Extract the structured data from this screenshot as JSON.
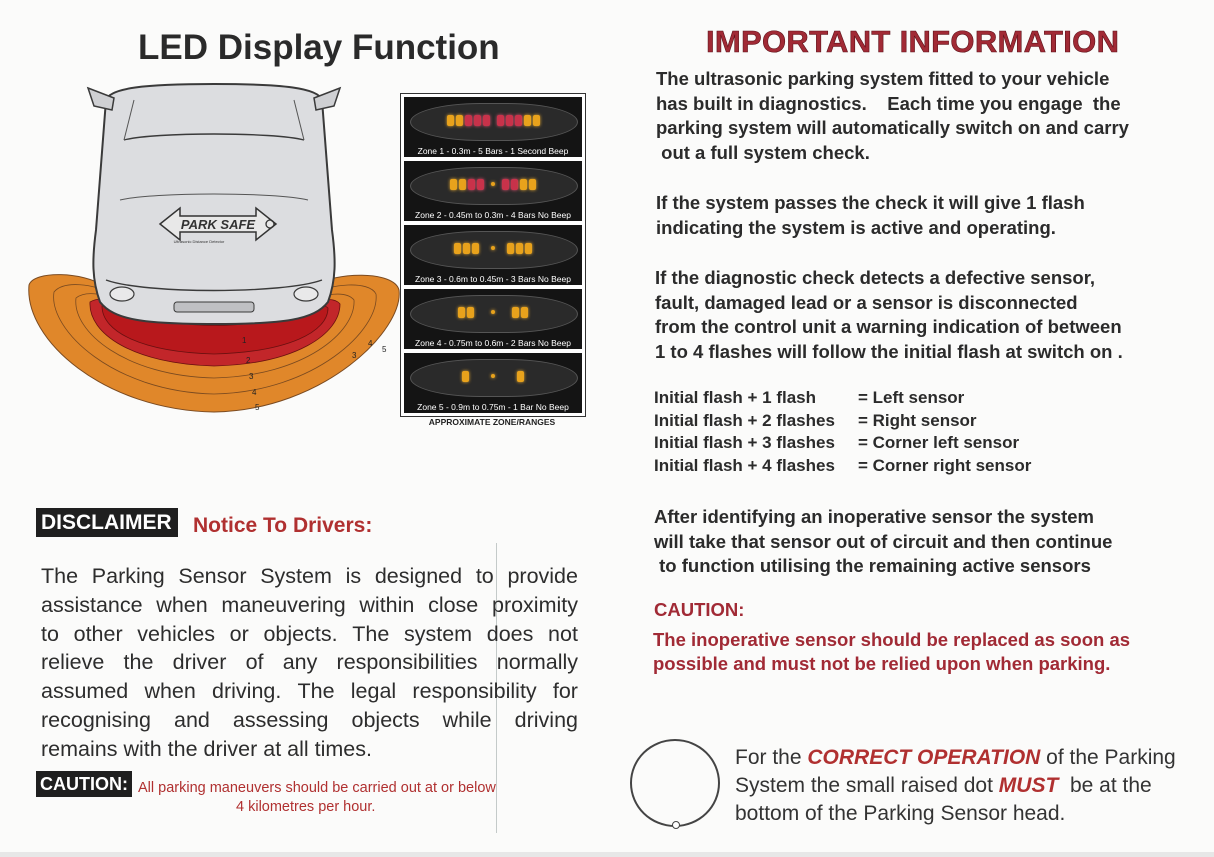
{
  "left": {
    "heading": "LED Display Function",
    "car_badge": "PARK SAFE",
    "car_badge_sub": "Ultrasonic Distance Detector",
    "zone_numbers": [
      "1",
      "2",
      "3",
      "4",
      "5"
    ],
    "zones": [
      {
        "caption": "Zone 1 - 0.3m - 5 Bars - 1 Second Beep"
      },
      {
        "caption": "Zone 2 - 0.45m to 0.3m - 4 Bars No Beep"
      },
      {
        "caption": "Zone 3 - 0.6m to 0.45m - 3 Bars No Beep"
      },
      {
        "caption": "Zone 4 - 0.75m to 0.6m - 2 Bars No Beep"
      },
      {
        "caption": "Zone 5 - 0.9m to 0.75m - 1 Bar No Beep"
      }
    ],
    "approx_label": "APPROXIMATE ZONE/RANGES",
    "disclaimer_label": "DISCLAIMER",
    "notice_title": "Notice To Drivers:",
    "disclaimer_lines": [
      "The Parking Sensor System is designed to provide",
      "assistance when maneuvering within close proximity",
      "to other vehicles or objects. The system does not",
      "relieve the driver of any responsibilities normally",
      "assumed when driving. The legal responsibility for",
      "recognising and assessing objects while driving",
      "remains with the driver at all times."
    ],
    "caution_label": "CAUTION:",
    "caution_line1": "All parking maneuvers should be carried out at or below",
    "caution_line2": "4  kilometres per hour."
  },
  "right": {
    "heading": "IMPORTANT INFORMATION",
    "para1": [
      "The ultrasonic parking system fitted to your vehicle",
      "has built in diagnostics.    Each time you engage  the",
      "parking system will automatically switch on and carry",
      " out a full system check."
    ],
    "para2": [
      "If the system passes the check it will give 1 flash",
      "indicating the system is active and operating."
    ],
    "para3": [
      "If the diagnostic check detects a defective sensor,",
      "fault, damaged lead or a sensor is disconnected",
      "from the control unit a warning indication of between",
      "1 to 4 flashes will follow the initial flash at switch on ."
    ],
    "flashes": [
      {
        "code": "Initial flash + 1 flash",
        "meaning": "= Left sensor"
      },
      {
        "code": "Initial flash + 2 flashes",
        "meaning": "= Right sensor"
      },
      {
        "code": "Initial flash + 3 flashes",
        "meaning": "= Corner left sensor"
      },
      {
        "code": "Initial flash + 4 flashes",
        "meaning": "= Corner right sensor"
      }
    ],
    "para4": [
      "After identifying an inoperative sensor the system",
      "will take that sensor out of circuit and then continue",
      " to function utilising the remaining active sensors"
    ],
    "caution_title": "CAUTION:",
    "caution_lines": [
      "The inoperative sensor should be replaced as soon as",
      "possible and must not be relied upon when parking."
    ],
    "correct": {
      "line1_pre": "For the ",
      "line1_em": "CORRECT OPERATION",
      "line1_post": " of the Parking",
      "line2_pre": "System the small raised dot ",
      "line2_em": "MUST",
      "line2_post": "  be at the",
      "line3": "bottom of the Parking Sensor head."
    }
  },
  "colors": {
    "accent_red": "#a12a35",
    "zone_outer": "#e0872a",
    "zone_inner": "#c2262a",
    "led_amber": "#e8a21c",
    "led_red": "#c8324a"
  }
}
